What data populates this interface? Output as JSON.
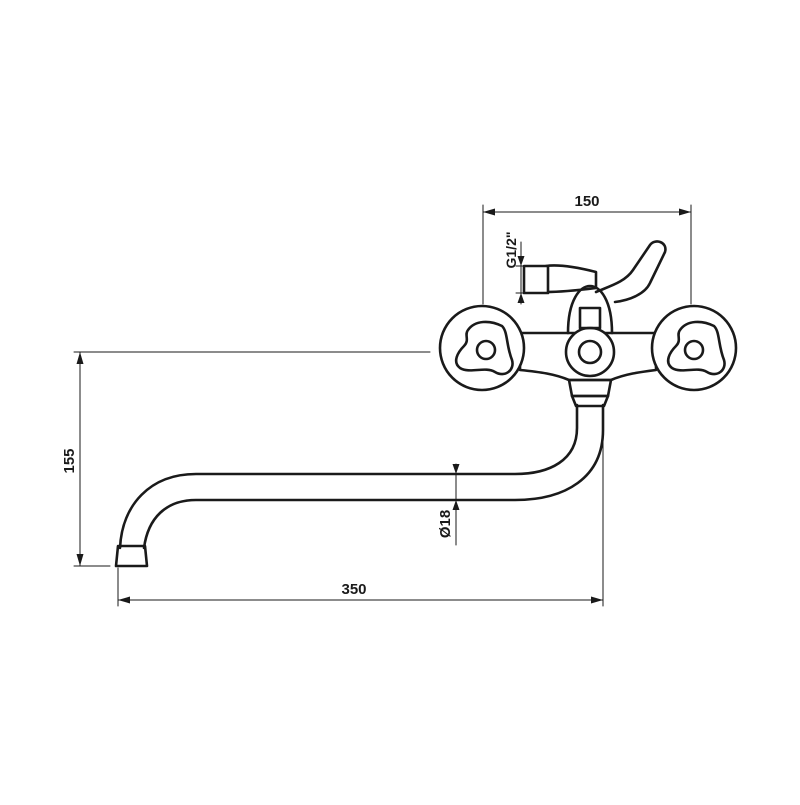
{
  "dimensions": {
    "width_label": "150",
    "height_label": "155",
    "length_label": "350",
    "diameter_label": "Ø18",
    "thread_label": "G1/2\""
  },
  "colors": {
    "line": "#1a1a1a",
    "background": "#ffffff"
  }
}
